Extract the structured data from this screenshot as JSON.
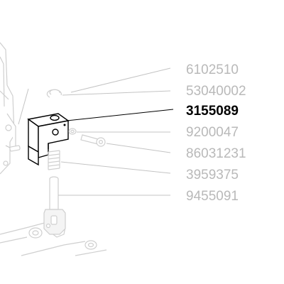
{
  "diagram": {
    "highlight_color": "#000000",
    "muted_color": "#b9b9b9",
    "parts": [
      {
        "number": "6102510",
        "highlighted": false
      },
      {
        "number": "53040002",
        "highlighted": false
      },
      {
        "number": "3155089",
        "highlighted": true
      },
      {
        "number": "9200047",
        "highlighted": false
      },
      {
        "number": "86031231",
        "highlighted": false
      },
      {
        "number": "3959375",
        "highlighted": false
      },
      {
        "number": "9455091",
        "highlighted": false
      }
    ]
  }
}
